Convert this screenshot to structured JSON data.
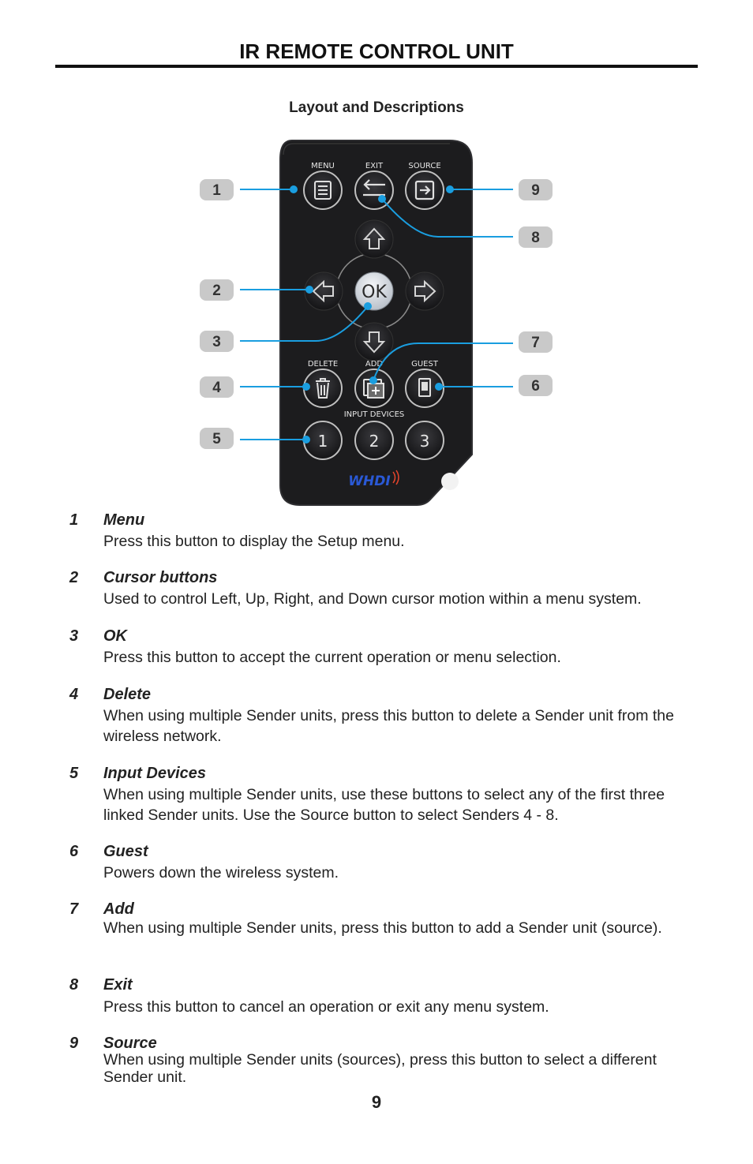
{
  "header": {
    "title": "IR REMOTE CONTROL UNIT",
    "subtitle": "Layout and Descriptions"
  },
  "remote": {
    "labels": {
      "menu": "MENU",
      "exit": "EXIT",
      "source": "SOURCE",
      "ok": "OK",
      "delete": "DELETE",
      "add": "ADD",
      "guest": "GUEST",
      "input_devices": "INPUT DEVICES",
      "input_1": "1",
      "input_2": "2",
      "input_3": "3",
      "brand": "WHDI"
    },
    "callouts": {
      "c1": "1",
      "c2": "2",
      "c3": "3",
      "c4": "4",
      "c5": "5",
      "c6": "6",
      "c7": "7",
      "c8": "8",
      "c9": "9"
    },
    "colors": {
      "body": "#1c1c1e",
      "leader": "#1a9ee0",
      "badge": "#c9c9c9",
      "ok_button": "#d9dde3",
      "brand": "#2a59d6"
    }
  },
  "entries": [
    {
      "num": "1",
      "name": "Menu",
      "desc": "Press this button to display the Setup menu."
    },
    {
      "num": "2",
      "name": "Cursor buttons",
      "desc": "Used to control Left, Up, Right, and Down cursor motion within a menu system."
    },
    {
      "num": "3",
      "name": "OK",
      "desc": "Press this button to accept the current operation or menu selection."
    },
    {
      "num": "4",
      "name": "Delete",
      "desc": "When using multiple Sender units, press this button to delete a Sender unit from the wireless network."
    },
    {
      "num": "5",
      "name": "Input Devices",
      "desc": "When using multiple Sender units, use these buttons to select any of the first three linked Sender units.  Use the Source button to select Senders 4 - 8."
    },
    {
      "num": "6",
      "name": "Guest",
      "desc": "Powers down the wireless system."
    },
    {
      "num": "7",
      "name": "Add",
      "desc": "When using multiple Sender units, press this button to add a Sender unit (source)."
    },
    {
      "num": "8",
      "name": "Exit",
      "desc": "Press this button to cancel an operation or exit any menu system."
    },
    {
      "num": "9",
      "name": "Source",
      "desc": "When using multiple Sender units (sources), press this button to select a different Sender unit."
    }
  ],
  "page_number": "9"
}
